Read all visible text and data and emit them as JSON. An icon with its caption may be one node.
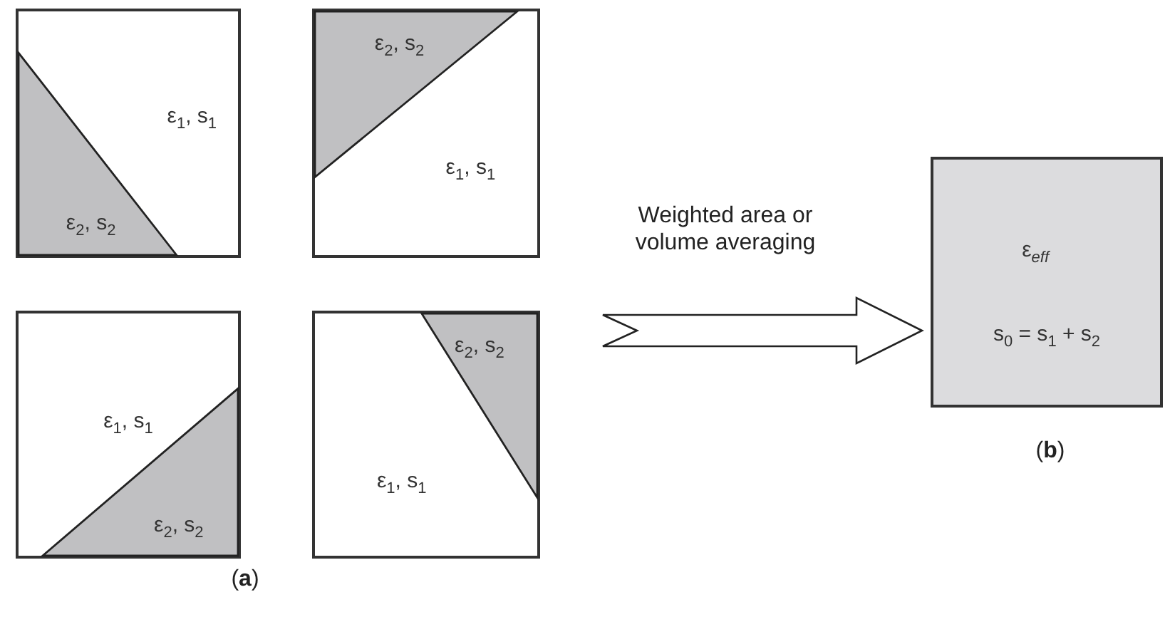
{
  "diagram": {
    "nodes": [
      {
        "text": [
          "ε$_{1}$, s$_{1}$",
          "ε$_{2}$, s$_{2}$"
        ]
      },
      {
        "text": [
          "ε$_{2}$, s$_{2}$",
          "ε$_{1}$, s$_{1}$"
        ]
      },
      {
        "text": [
          "ε$_{1}$, s$_{1}$",
          "ε$_{2}$, s$_{2}$"
        ]
      },
      {
        "text": [
          "ε$_{2}$, s$_{2}$",
          "ε$_{1}$, s$_{1}$"
        ]
      },
      {
        "text": [
          "ε$_{eff}$",
          "s$_{0}$ = s$_{1}$ + s$_{2}$"
        ]
      }
    ],
    "edges": [
      {
        "from": null,
        "to": 4,
        "arrow": "to",
        "label": "Weighted area or volume averaging",
        "style": "thick"
      }
    ],
    "labels": [
      "(**a**)",
      "(**b**)"
    ]
  }
}
